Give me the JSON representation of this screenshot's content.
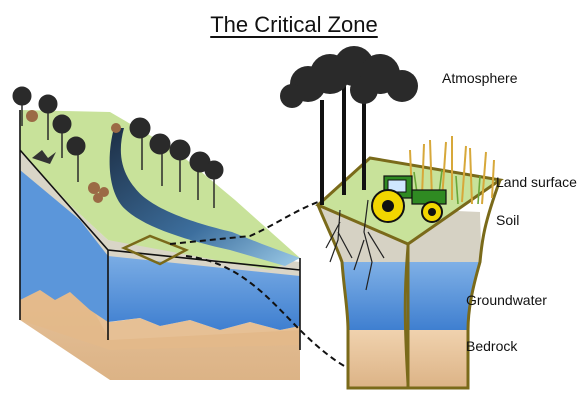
{
  "title": "The Critical Zone",
  "labels": {
    "atmosphere": "Atmosphere",
    "land_surface": "Land surface",
    "soil": "Soil",
    "groundwater": "Groundwater",
    "bedrock": "Bedrock"
  },
  "colors": {
    "grass": "#c8e29a",
    "river": "#2f5d8c",
    "soil_gray": "#d6d2c4",
    "groundwater": "#4a86d4",
    "bedrock": "#e8c7a0",
    "outline": "#7a6a1a",
    "tractor_green": "#2f8a22",
    "tractor_yellow": "#f2d600"
  }
}
